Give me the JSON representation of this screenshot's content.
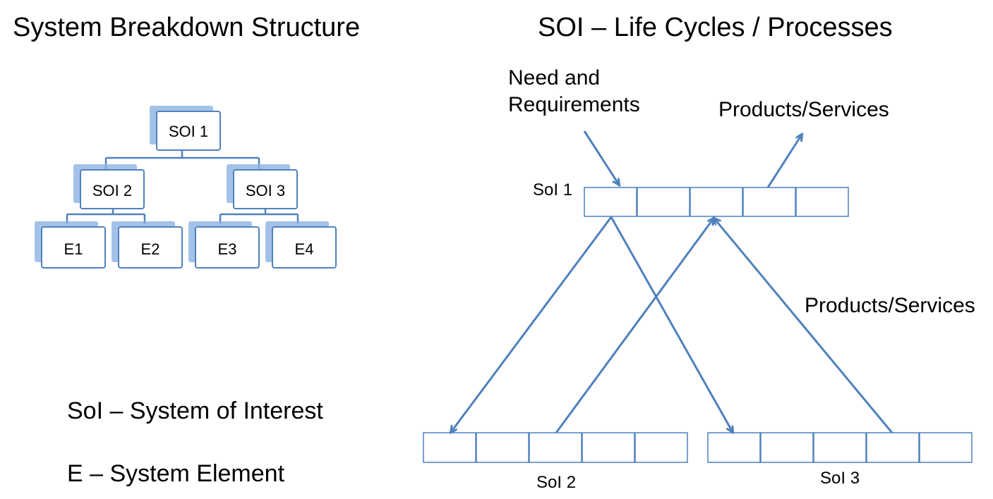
{
  "left_title": "System Breakdown Structure",
  "right_title": "SOI – Life Cycles / Processes",
  "tree": {
    "root": "SOI 1",
    "mid_left": "SOI 2",
    "mid_right": "SOI 3",
    "leaves": [
      "E1",
      "E2",
      "E3",
      "E4"
    ]
  },
  "lifecycle": {
    "input_label_line1": "Need and",
    "input_label_line2": "Requirements",
    "output_top_label": "Products/Services",
    "output_mid_label": "Products/Services",
    "sol1_label": "SoI 1",
    "sol2_label": "SoI 2",
    "sol3_label": "SoI 3",
    "cells_per_bar": 5
  },
  "legend": {
    "soi": "SoI – System of Interest",
    "e": "E – System Element"
  },
  "colors": {
    "line": "#4f81bd",
    "node_border": "#4f81bd",
    "node_fill": "#ffffff",
    "node_shadow": "#8db3e2"
  }
}
